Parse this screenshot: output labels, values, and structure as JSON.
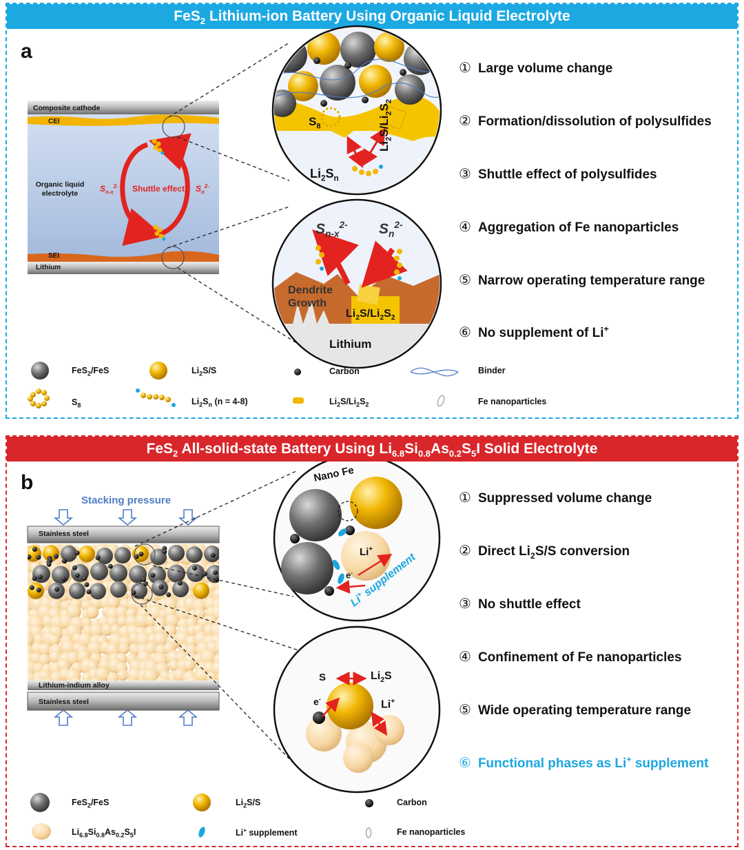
{
  "panel_a": {
    "banner": "FeS2 Lithium-ion Battery Using Organic Liquid Electrolyte",
    "banner_main1": "FeS",
    "banner_sub": "2",
    "banner_rest": " Lithium-ion Battery Using Organic Liquid Electrolyte",
    "label": "a",
    "cell": {
      "cathode": "Composite cathode",
      "cei": "CEI",
      "electrolyte": "Organic liquid electrolyte",
      "shuttle": "Shuttle effect",
      "snx": "Sn-x2-",
      "sn": "Sn2-",
      "sei": "SEI",
      "lithium": "Lithium"
    },
    "zoom_top": {
      "s8": "S8",
      "li2sn": "Li2Sn",
      "li2s_li2s2": "Li2S/Li2S2"
    },
    "zoom_bottom": {
      "snx": "Sn-x2-",
      "sn": "Sn2-",
      "dendrite": "Dendrite Growth",
      "li2s_li2s2": "Li2S/Li2S2",
      "lithium": "Lithium"
    },
    "features": [
      {
        "num": "①",
        "text": "Large volume change"
      },
      {
        "num": "②",
        "text": "Formation/dissolution of polysulfides"
      },
      {
        "num": "③",
        "text": "Shuttle effect of polysulfides"
      },
      {
        "num": "④",
        "text": "Aggregation of Fe nanoparticles"
      },
      {
        "num": "⑤",
        "text": "Narrow operating temperature range"
      },
      {
        "num": "⑥",
        "text": "No supplement of Li+"
      }
    ],
    "legend": {
      "fes2": "FeS2/FeS",
      "li2s_s": "Li2S/S",
      "carbon": "Carbon",
      "binder": "Binder",
      "s8": "S8",
      "li2sn": "Li2Sn (n = 4-8)",
      "li2s_li2s2": "Li2S/Li2S2",
      "fe_nano": "Fe nanoparticles"
    }
  },
  "panel_b": {
    "banner": "FeS2 All-solid-state Battery Using Li6.8Si0.8As0.2S5I Solid Electrolyte",
    "label": "b",
    "cell": {
      "pressure": "Stacking pressure",
      "steel_top": "Stainless steel",
      "alloy": "Lithium-indium alloy",
      "steel_bottom": "Stainless steel"
    },
    "zoom_top": {
      "nano_fe": "Nano Fe",
      "li_plus": "Li+",
      "e_minus": "e-",
      "supplement": "Li+ supplement"
    },
    "zoom_bottom": {
      "s": "S",
      "li2s": "Li2S",
      "e_minus": "e-",
      "li_plus": "Li+"
    },
    "features": [
      {
        "num": "①",
        "text": "Suppressed volume change"
      },
      {
        "num": "②",
        "text": "Direct Li2S/S conversion"
      },
      {
        "num": "③",
        "text": "No shuttle effect"
      },
      {
        "num": "④",
        "text": "Confinement of Fe nanoparticles"
      },
      {
        "num": "⑤",
        "text": "Wide operating temperature range"
      },
      {
        "num": "⑥",
        "text": "Functional phases as Li+ supplement"
      }
    ],
    "legend": {
      "fes2": "FeS2/FeS",
      "li2s_s": "Li2S/S",
      "carbon": "Carbon",
      "lsase": "Li6.8Si0.8As0.2S5I",
      "li_supp": "Li+ supplement",
      "fe_nano": "Fe nanoparticles"
    }
  },
  "colors": {
    "blue": "#1aa7e0",
    "red": "#d8262b",
    "gold": "#f2b705",
    "arrow": "#e3231f"
  }
}
